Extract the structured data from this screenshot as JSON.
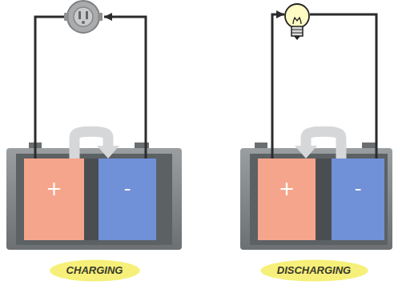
{
  "diagram": {
    "nodes": [
      {
        "text": [
          "+"
        ]
      },
      {
        "text": [
          "-"
        ]
      },
      {
        "text": [
          "+"
        ]
      },
      {
        "text": [
          "-"
        ]
      },
      {
        "text": [
          "CHARGING"
        ]
      },
      {
        "text": [
          "DISCHARGING"
        ]
      }
    ],
    "edges": [
      {
        "from": 0,
        "to": 1,
        "arrow": "to"
      },
      {
        "from": 3,
        "to": 2,
        "arrow": "to"
      }
    ]
  }
}
